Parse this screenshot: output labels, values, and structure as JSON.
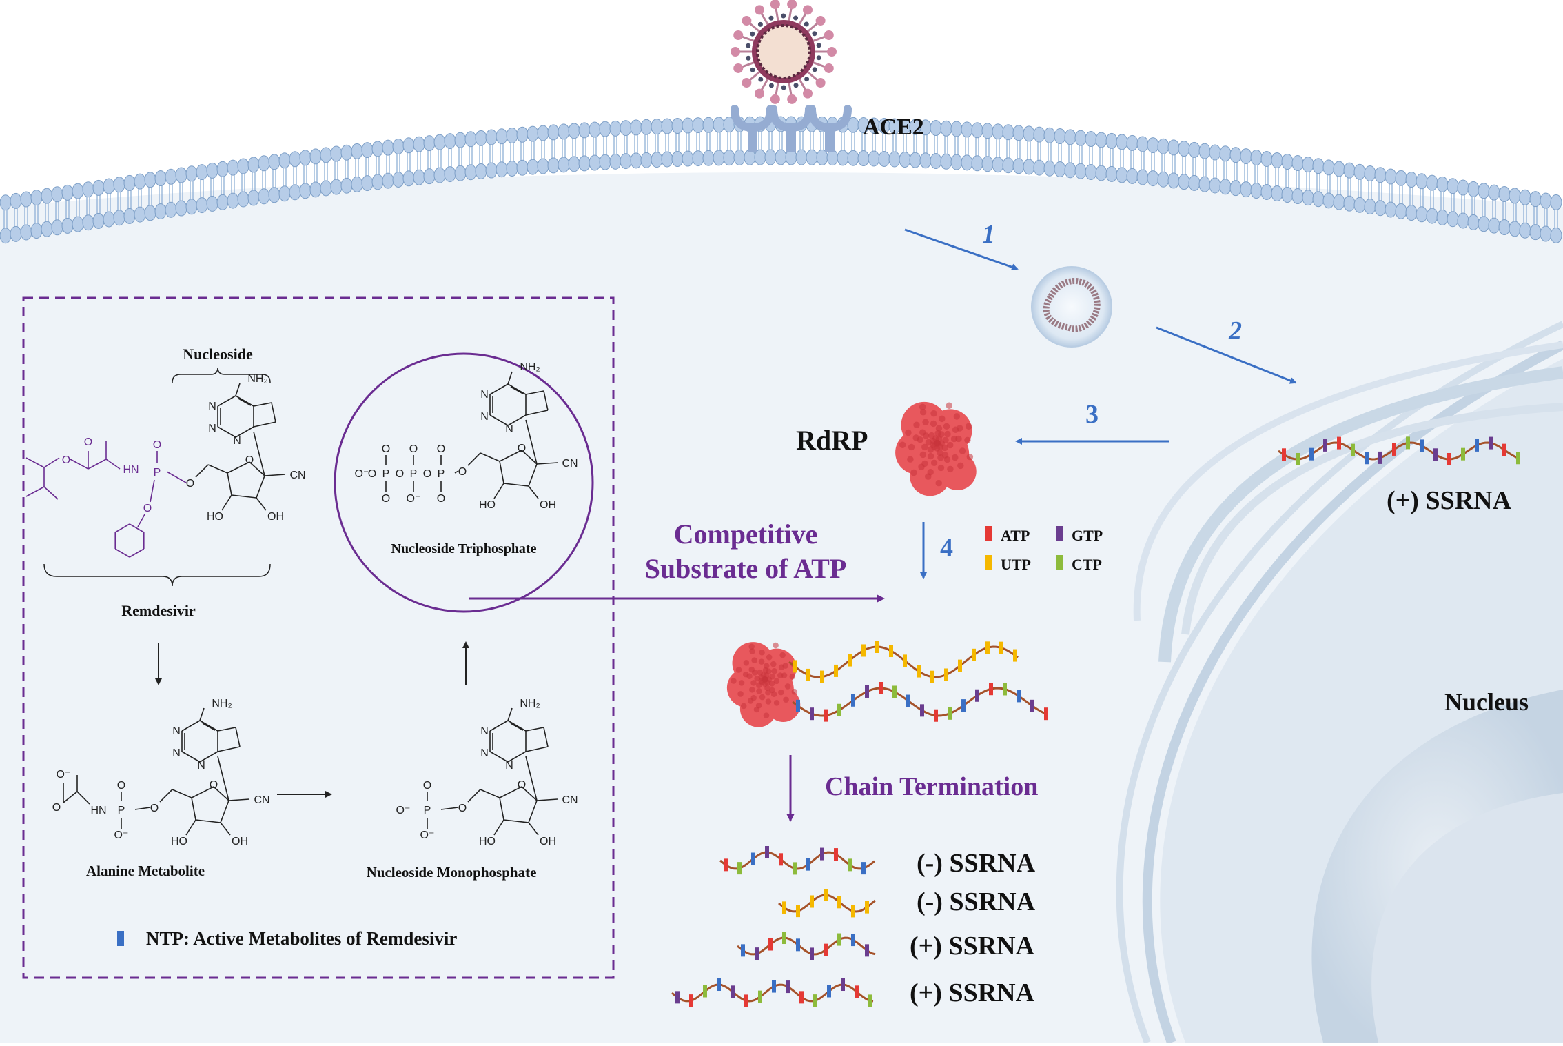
{
  "receptor_label": "ACE2",
  "steps": [
    "1",
    "2",
    "3",
    "4"
  ],
  "rdrp_label": "RdRP",
  "plus_strand_label": "(+) SSRNA",
  "nucleus_label": "Nucleus",
  "nucleotide_legend": [
    {
      "name": "ATP",
      "color": "#e53935"
    },
    {
      "name": "GTP",
      "color": "#6a3d8f"
    },
    {
      "name": "UTP",
      "color": "#f5b800"
    },
    {
      "name": "CTP",
      "color": "#8dbb3c"
    }
  ],
  "competitive_label": [
    "Competitive",
    "Substrate of ATP"
  ],
  "chain_termination_label": "Chain Termination",
  "products": [
    "(-) SSRNA",
    "(-) SSRNA",
    "(+) SSRNA",
    "(+) SSRNA"
  ],
  "metabolism": {
    "nucleoside_label": "Nucleoside",
    "remdesivir_label": "Remdesivir",
    "triphosphate_label": "Nucleoside Triphosphate",
    "alanine_label": "Alanine Metabolite",
    "monophosphate_label": "Nucleoside Monophosphate",
    "ntp_legend": "NTP: Active Metabolites of Remdesivir",
    "ntp_color": "#3a6fc4",
    "atom_labels": {
      "nh2": "NH₂",
      "n": "N",
      "cn": "CN",
      "o": "O",
      "hn": "HN",
      "p": "P",
      "ho": "HO",
      "oh": "OH",
      "o_minus": "O⁻"
    }
  },
  "colors": {
    "purple": "#6a2c91",
    "arrow_blue": "#3a6fc4",
    "membrane": "#b7cde8",
    "cytoplasm": "#eef3f8",
    "rdrp_red": "#e8585d"
  }
}
